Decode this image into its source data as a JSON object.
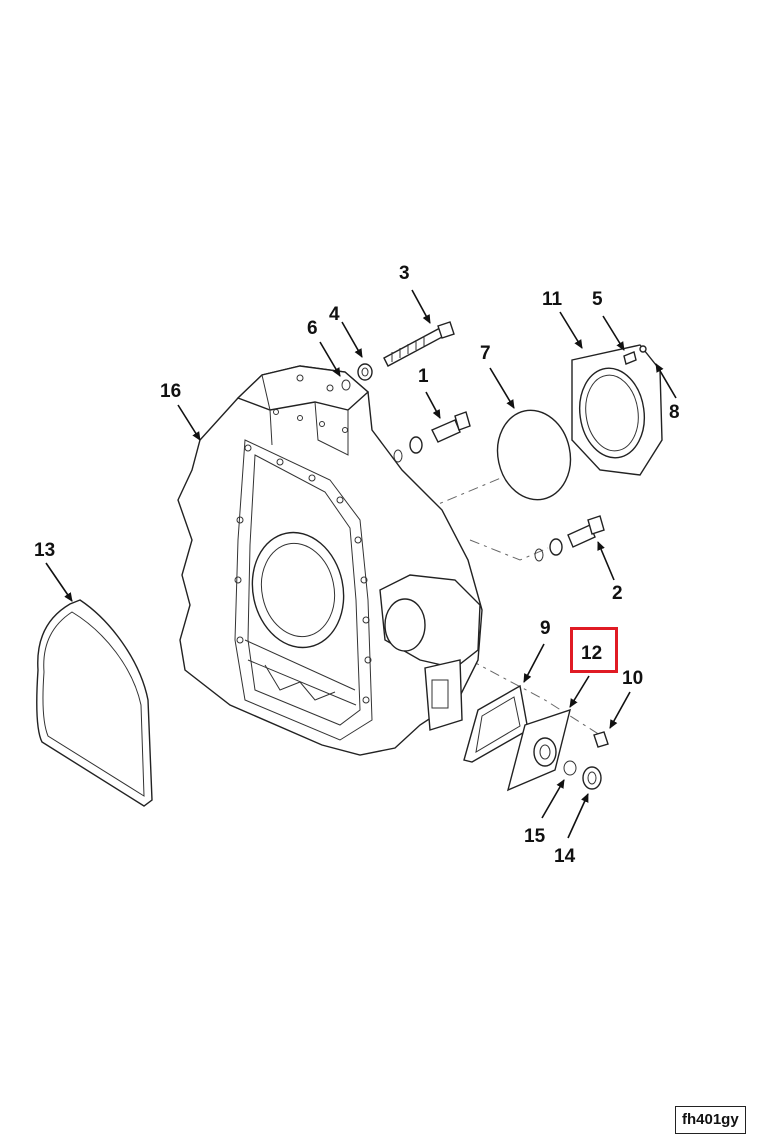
{
  "figure_id": "fh401gy",
  "highlighted_callout": "12",
  "highlight_color": "#e01b24",
  "callouts": {
    "c1": "1",
    "c2": "2",
    "c3": "3",
    "c4": "4",
    "c5": "5",
    "c6": "6",
    "c7": "7",
    "c8": "8",
    "c9": "9",
    "c10": "10",
    "c11": "11",
    "c12": "12",
    "c13": "13",
    "c14": "14",
    "c15": "15",
    "c16": "16"
  }
}
